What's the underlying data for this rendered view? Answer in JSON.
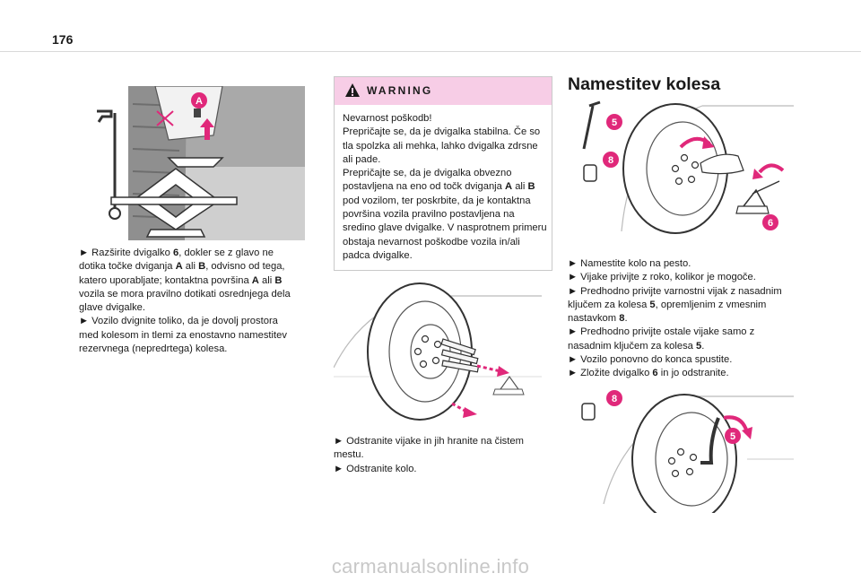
{
  "page_number": "176",
  "left": {
    "lines": [
      [
        {
          "t": "► Razširite dvigalko "
        },
        {
          "t": "6",
          "b": true
        },
        {
          "t": ", dokler se z glavo ne"
        }
      ],
      [
        {
          "t": "dotika točke dviganja "
        },
        {
          "t": "A",
          "b": true
        },
        {
          "t": " ali "
        },
        {
          "t": "B",
          "b": true
        },
        {
          "t": ", odvisno od tega,"
        }
      ],
      [
        {
          "t": "katero uporabljate; kontaktna površina "
        },
        {
          "t": "A",
          "b": true
        },
        {
          "t": " ali "
        },
        {
          "t": "B",
          "b": true
        }
      ],
      [
        {
          "t": "vozila se mora pravilno dotikati osrednjega dela"
        }
      ],
      [
        {
          "t": "glave dvigalke."
        }
      ],
      [
        {
          "t": "► Vozilo dvignite toliko, da je dovolj prostora"
        }
      ],
      [
        {
          "t": "med kolesom in tlemi za enostavno namestitev"
        }
      ],
      [
        {
          "t": "rezervnega (nepredrtega) kolesa."
        }
      ]
    ]
  },
  "warning": {
    "title": "WARNING",
    "lines": [
      [
        {
          "t": "Nevarnost poškodb!"
        }
      ],
      [
        {
          "t": "Prepričajte se, da je dvigalka stabilna. Če so"
        }
      ],
      [
        {
          "t": "tla spolzka ali mehka, lahko dvigalka zdrsne"
        }
      ],
      [
        {
          "t": "ali pade."
        }
      ],
      [
        {
          "t": "Prepričajte se, da je dvigalka obvezno"
        }
      ],
      [
        {
          "t": "postavljena na eno od točk dviganja "
        },
        {
          "t": "A",
          "b": true
        },
        {
          "t": " ali "
        },
        {
          "t": "B",
          "b": true
        }
      ],
      [
        {
          "t": "pod vozilom, ter poskrbite, da je kontaktna"
        }
      ],
      [
        {
          "t": "površina vozila pravilno postavljena na"
        }
      ],
      [
        {
          "t": "sredino glave dvigalke. V nasprotnem primeru"
        }
      ],
      [
        {
          "t": "obstaja nevarnost poškodbe vozila in/ali"
        }
      ],
      [
        {
          "t": "padca dvigalke."
        }
      ]
    ]
  },
  "middle": {
    "lines": [
      [
        {
          "t": "► Odstranite vijake in jih hranite na čistem"
        }
      ],
      [
        {
          "t": "mestu."
        }
      ],
      [
        {
          "t": "► Odstranite kolo."
        }
      ]
    ]
  },
  "right": {
    "heading": "Namestitev kolesa",
    "lines": [
      [
        {
          "t": "► Namestite kolo na pesto."
        }
      ],
      [
        {
          "t": "► Vijake privijte z roko, kolikor je mogoče."
        }
      ],
      [
        {
          "t": "► Predhodno privijte varnostni vijak z nasadnim"
        }
      ],
      [
        {
          "t": "ključem za kolesa "
        },
        {
          "t": "5",
          "b": true
        },
        {
          "t": ", opremljenim z vmesnim"
        }
      ],
      [
        {
          "t": "nastavkom "
        },
        {
          "t": "8",
          "b": true
        },
        {
          "t": "."
        }
      ],
      [
        {
          "t": "► Predhodno privijte ostale vijake samo z"
        }
      ],
      [
        {
          "t": "nasadnim ključem za kolesa "
        },
        {
          "t": "5",
          "b": true
        },
        {
          "t": "."
        }
      ],
      [
        {
          "t": "► Vozilo ponovno do konca spustite."
        }
      ],
      [
        {
          "t": "► Zložite dvigalko "
        },
        {
          "t": "6",
          "b": true
        },
        {
          "t": " in jo odstranite."
        }
      ]
    ]
  },
  "figures": {
    "fig1_labels": {
      "a": "A"
    },
    "fig3_labels": {
      "five": "5",
      "eight": "8",
      "six": "6"
    },
    "fig4_labels": {
      "eight": "8",
      "five": "5"
    }
  },
  "colors": {
    "accent_pink": "#e0287a",
    "warning_bg": "#f7cde6",
    "footer_gray": "#c8c8c8"
  },
  "footer": "carmanualsonline.info"
}
